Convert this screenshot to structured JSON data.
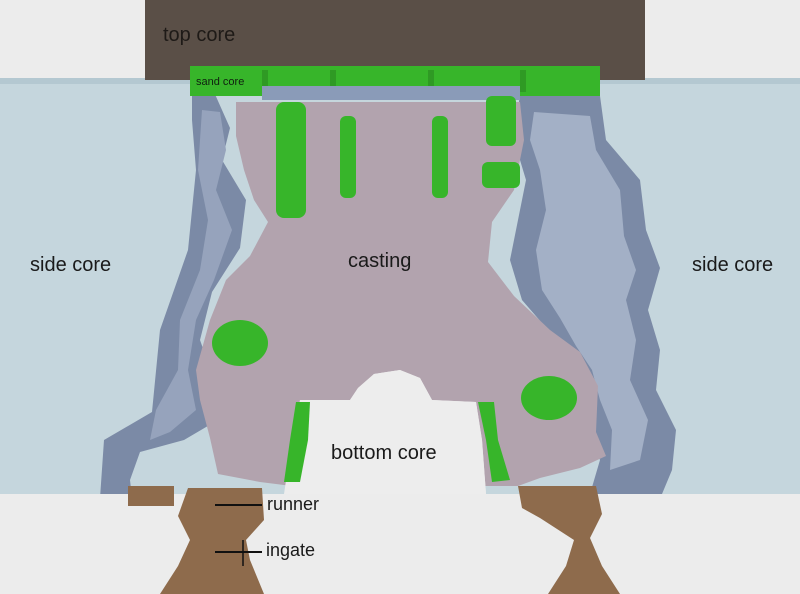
{
  "labels": {
    "top_core": "top core",
    "sand_core": "sand core",
    "side_core_left": "side core",
    "side_core_right": "side core",
    "casting": "casting",
    "bottom_core": "bottom core",
    "runner": "runner",
    "ingate": "ingate"
  },
  "colors": {
    "top_core": "#5a4f47",
    "side_core": "#c5d6dd",
    "casting": "#b2a3ae",
    "sand_core": "#37b52a",
    "mold_wall": "#7b8aa6",
    "bottom_core": "#ededed",
    "runner": "#8e6b4c",
    "background": "#ececec"
  }
}
